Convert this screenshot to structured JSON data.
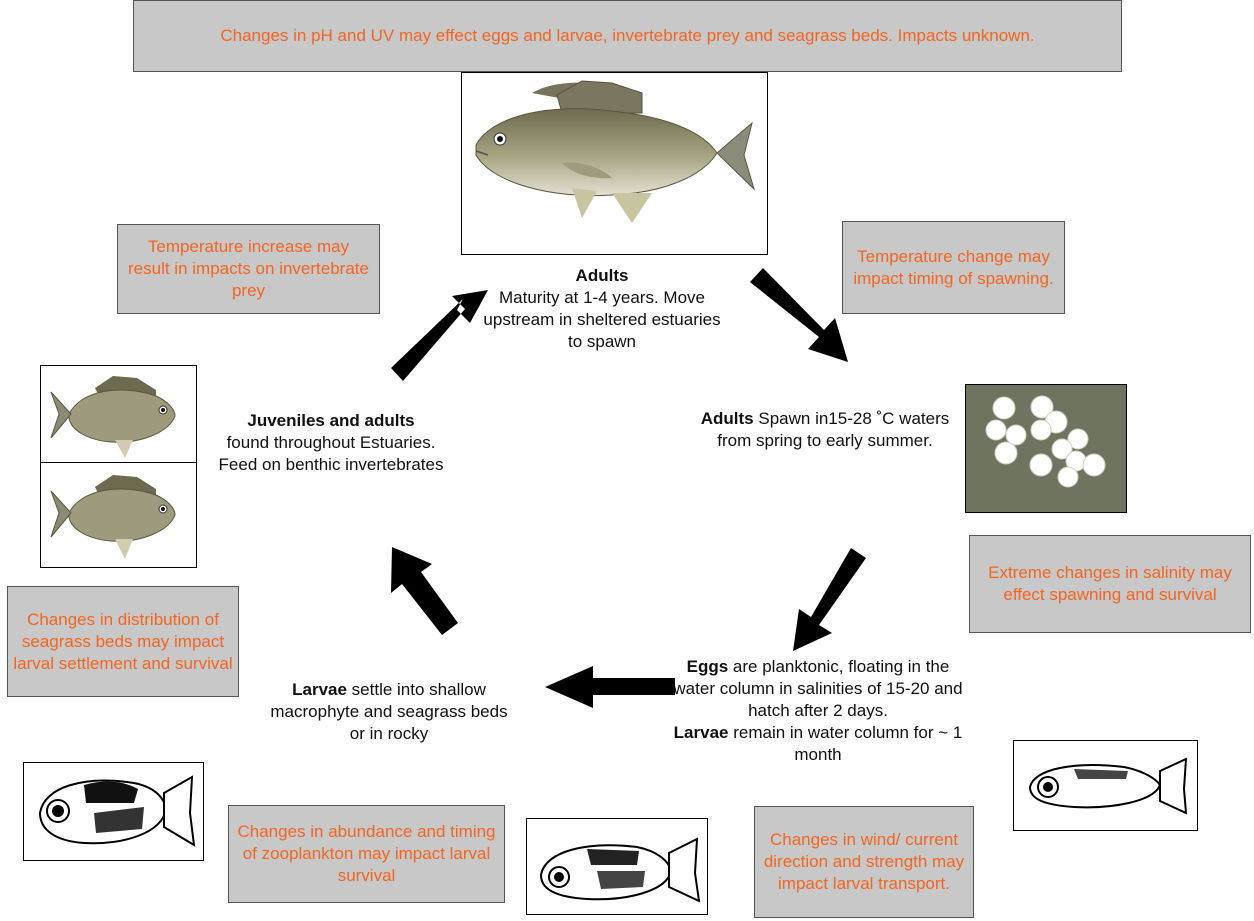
{
  "impact_boxes": {
    "top": "Changes in pH and UV may effect eggs and larvae, invertebrate prey and seagrass beds. Impacts unknown.",
    "temp_increase": "Temperature increase may result in impacts on invertebrate prey",
    "temp_change": "Temperature change may impact timing of spawning.",
    "salinity": "Extreme changes in salinity may effect spawning and survival",
    "seagrass": "Changes in distribution of seagrass beds may impact larval settlement and survival",
    "zooplankton": "Changes in abundance and timing of zooplankton may impact larval survival",
    "wind": "Changes in wind/ current direction and strength may impact larval transport."
  },
  "stages": {
    "adults": {
      "title": "Adults",
      "text": "Maturity at 1-4 years. Move upstream in sheltered estuaries to spawn"
    },
    "spawn": {
      "title": "Adults",
      "text": " Spawn in15-28 ˚C waters from spring to early summer."
    },
    "eggs": {
      "title": "Eggs",
      "text": " are planktonic, floating in the water column in salinities of 15-20 and hatch after 2 days.",
      "title2": "Larvae",
      "text2": " remain in water column for ~ 1 month"
    },
    "larvae": {
      "title": "Larvae",
      "text": " settle into shallow macrophyte and seagrass beds or in rocky"
    },
    "juveniles": {
      "title": "Juveniles and adults",
      "text": "found throughout Estuaries. Feed on benthic invertebrates"
    }
  },
  "colors": {
    "impact_text": "#f26522",
    "impact_bg": "#c8c8c8",
    "egg_bg": "#6f7461",
    "arrow": "#000000"
  }
}
